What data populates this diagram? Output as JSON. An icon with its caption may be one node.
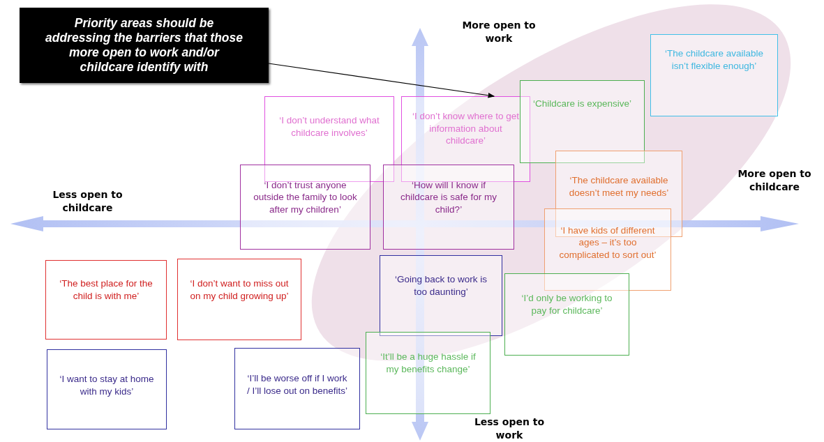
{
  "diagram": {
    "nodes": [
      {
        "text": [
          "Priority areas should be addressing the barriers that those more open to work and/or childcare identify with"
        ]
      },
      {
        "text": [
          "‘I don’t understand what childcare involves’"
        ]
      },
      {
        "text": [
          "‘I don’t know where to get information about childcare’"
        ]
      },
      {
        "text": [
          "‘Childcare is expensive’"
        ]
      },
      {
        "text": [
          "‘The childcare available isn’t flexible enough’"
        ]
      },
      {
        "text": [
          "‘I don’t trust anyone outside the family to look after my children’"
        ]
      },
      {
        "text": [
          "‘How will I know if childcare is safe for my child?’"
        ]
      },
      {
        "text": [
          "‘The childcare available doesn’t meet my needs’"
        ]
      },
      {
        "text": [
          "‘I have kids of different ages – it’s too complicated to sort out’"
        ]
      },
      {
        "text": [
          "‘Going back to work is too daunting’"
        ]
      },
      {
        "text": [
          "‘I’d only be working to pay for childcare’"
        ]
      },
      {
        "text": [
          "‘The best place for the child is with me’"
        ]
      },
      {
        "text": [
          "‘I don’t want to miss out on my child growing up’"
        ]
      },
      {
        "text": [
          "‘I want to stay at home with my kids’"
        ]
      },
      {
        "text": [
          "‘I’ll be worse off if I work / I’ll lose out on benefits’"
        ]
      },
      {
        "text": [
          "‘It’ll be a huge hassle if my benefits change’"
        ]
      }
    ],
    "edges": [
      {
        "from": 0,
        "to": 2,
        "arrow": "to"
      }
    ],
    "labels": [
      "More open to work",
      "Less open to childcare",
      "More open to childcare",
      "Less open to work"
    ]
  }
}
